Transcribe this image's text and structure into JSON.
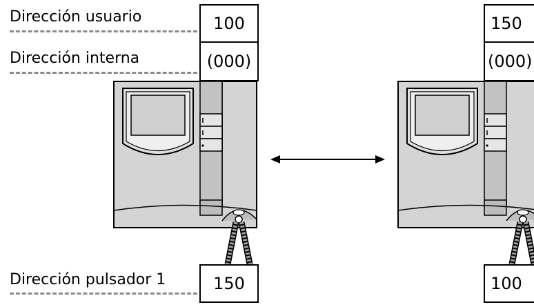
{
  "labels": {
    "user_address": "Dirección usuario",
    "internal_address": "Dirección interna",
    "button_address": "Dirección pulsador 1"
  },
  "monitor_left": {
    "user_address": "100",
    "internal_address": "(000)",
    "button_address": "150"
  },
  "monitor_right": {
    "user_address": "150",
    "internal_address": "(000)",
    "button_address": "100"
  },
  "colors": {
    "monitor_body": "#d4d4d4",
    "monitor_shadow": "#9a9a9a",
    "screen": "#cfcfcf",
    "dash": "#8a8a8a"
  }
}
